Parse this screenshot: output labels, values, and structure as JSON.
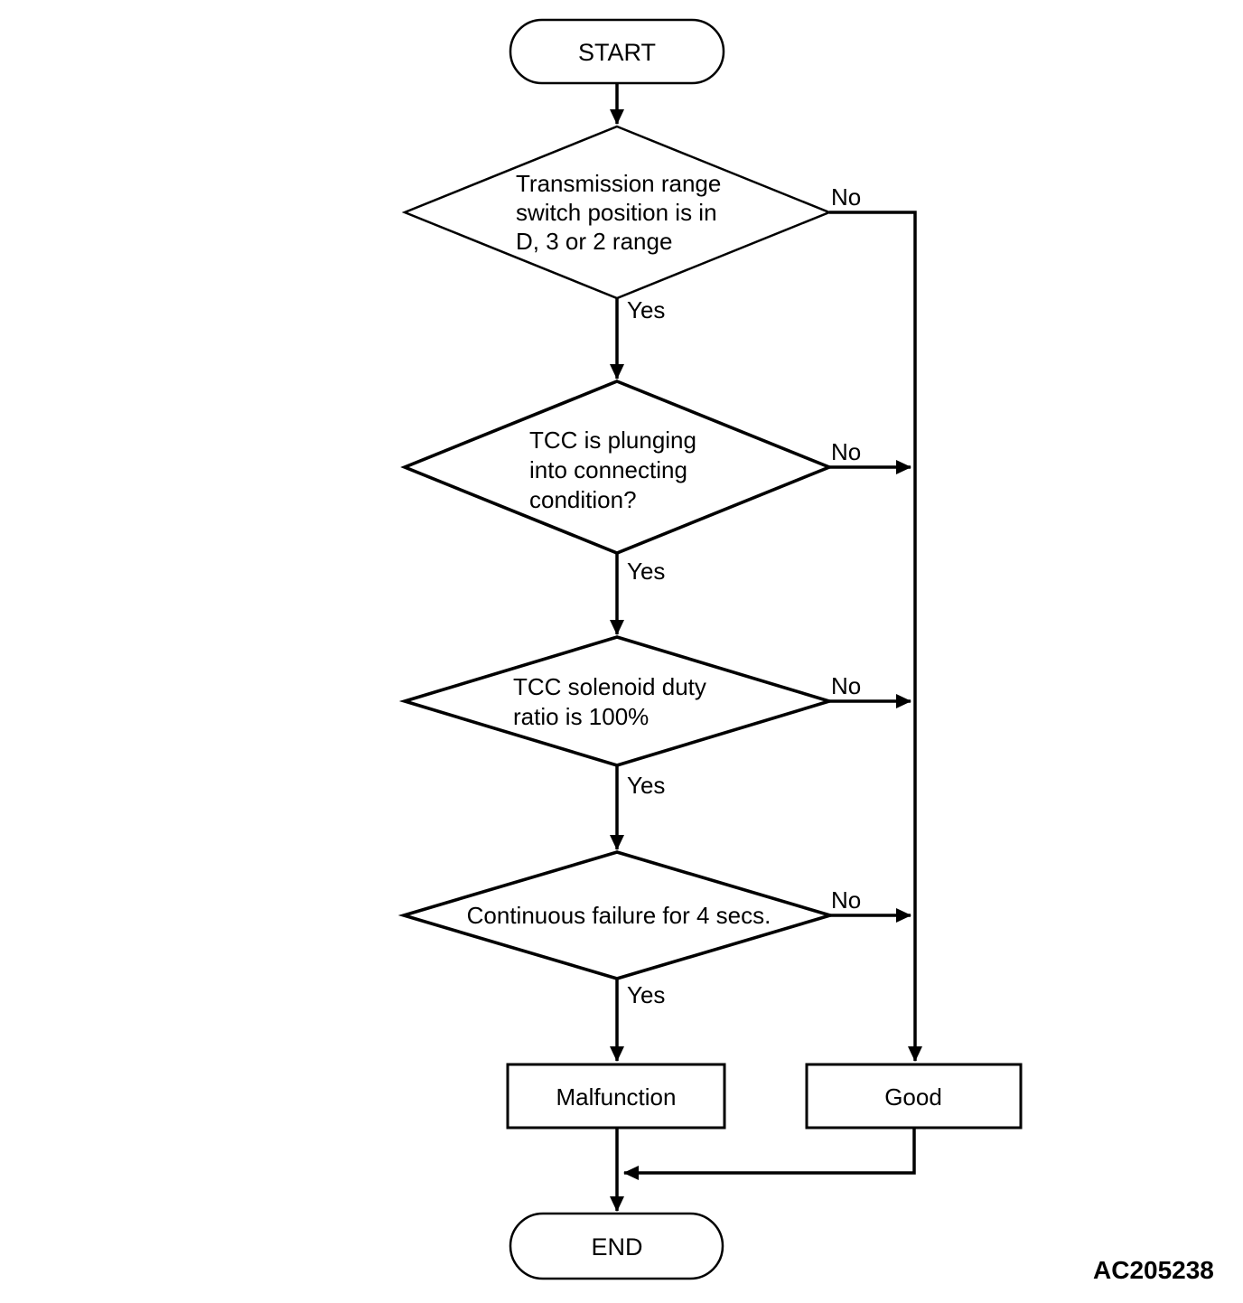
{
  "terminators": {
    "start": "START",
    "end": "END"
  },
  "decisions": [
    {
      "lines": [
        "Transmission range",
        "switch position is in",
        "D, 3 or 2 range"
      ],
      "yes": "Yes",
      "no": "No"
    },
    {
      "lines": [
        "TCC is plunging",
        "into connecting",
        "condition?"
      ],
      "yes": "Yes",
      "no": "No"
    },
    {
      "lines": [
        "TCC solenoid duty",
        "ratio is 100%"
      ],
      "yes": "Yes",
      "no": "No"
    },
    {
      "lines": [
        "Continuous failure for 4 secs."
      ],
      "yes": "Yes",
      "no": "No"
    }
  ],
  "processes": {
    "malfunction": "Malfunction",
    "good": "Good"
  },
  "figure_id": "AC205238",
  "colors": {
    "stroke": "#000000",
    "background": "#ffffff"
  }
}
